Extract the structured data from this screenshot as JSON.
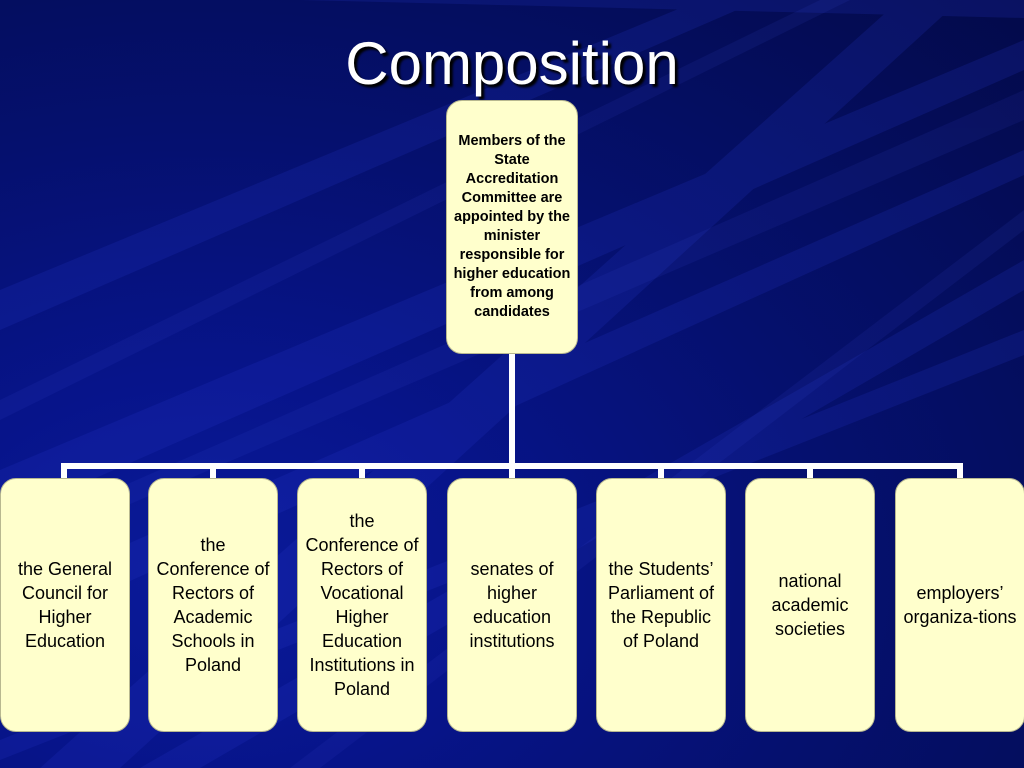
{
  "slide": {
    "title": "Composition"
  },
  "org_chart": {
    "root": {
      "text": "Members of the State Accreditation Committee are appointed by the minister responsible for higher education from among candidates"
    },
    "children": [
      {
        "text": "the General Council for Higher Education"
      },
      {
        "text": "the Conference of Rectors of Academic Schools in Poland"
      },
      {
        "text": "the Conference of Rectors of Vocational Higher Education Institutions in Poland"
      },
      {
        "text": "senates of higher education institutions"
      },
      {
        "text": "the Students’ Parliament of the Republic of Poland"
      },
      {
        "text": "national academic societies"
      },
      {
        "text": "employers’ organiza-tions"
      }
    ]
  },
  "colors": {
    "background": "#05106e",
    "box_fill": "#ffffcc",
    "connector": "#ffffff",
    "title_text": "#ffffff"
  }
}
